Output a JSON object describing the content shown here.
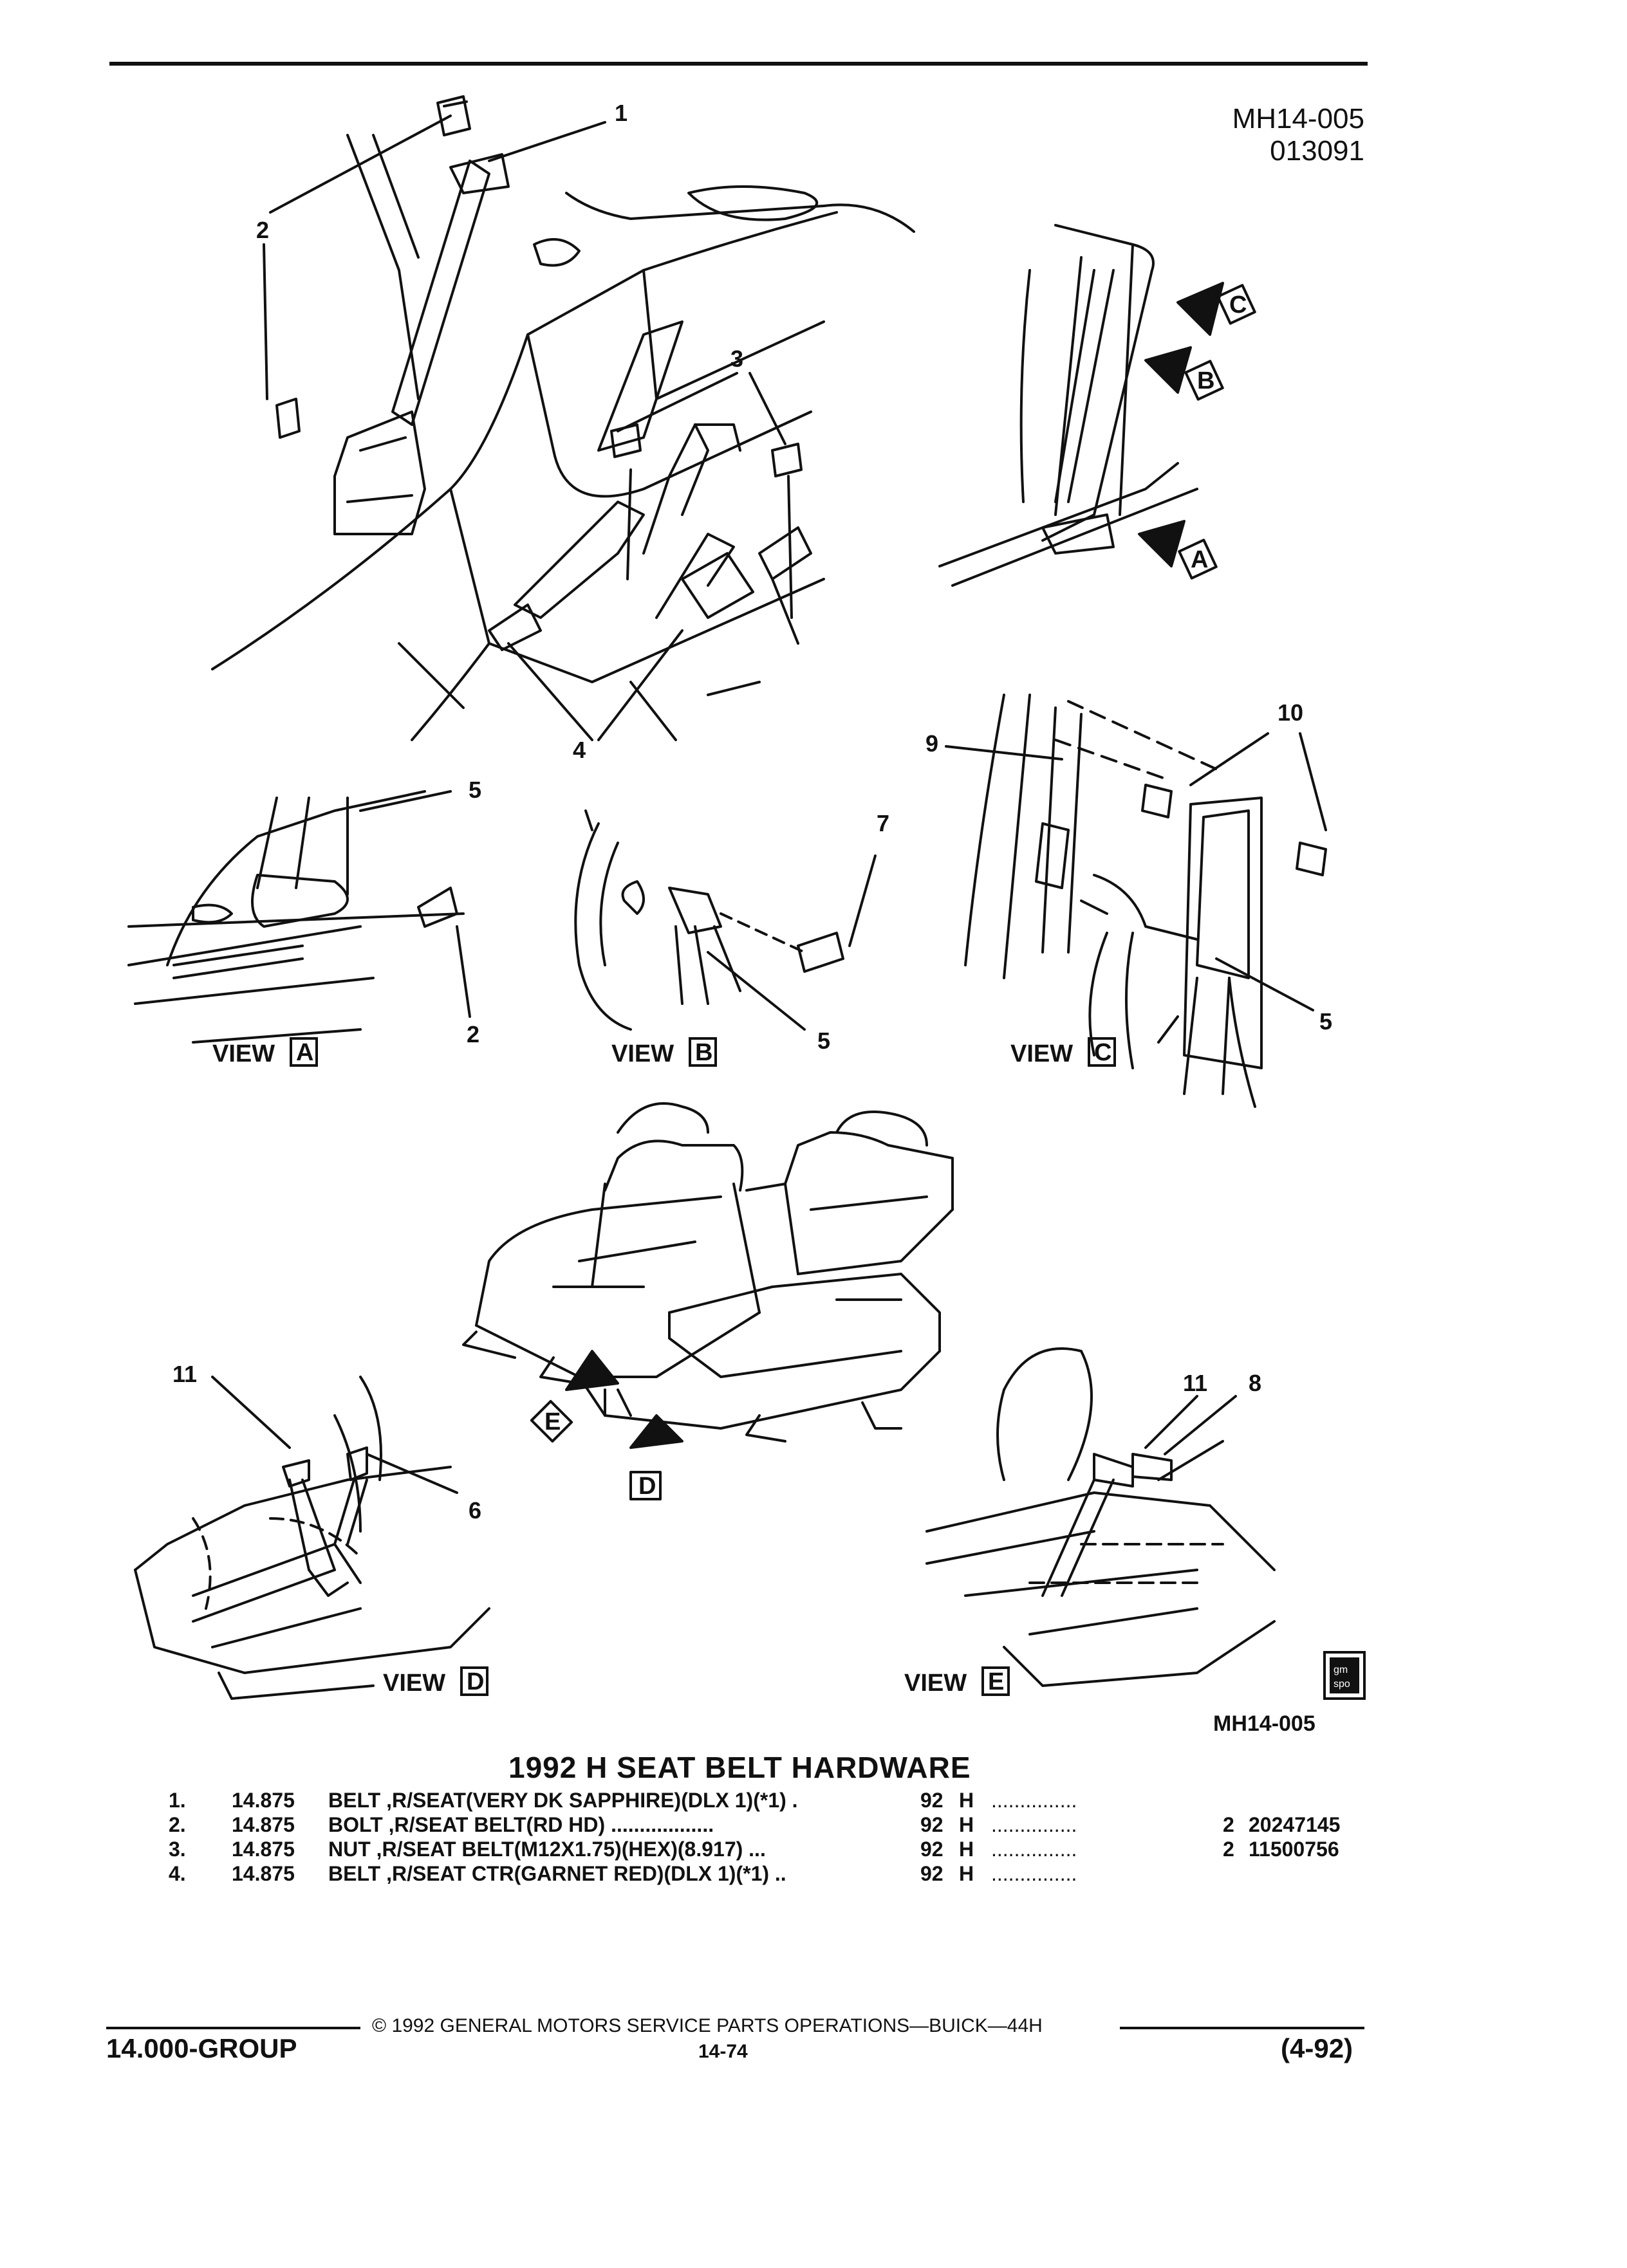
{
  "header": {
    "code": "MH14-005",
    "date_code": "013091"
  },
  "callouts": [
    "1",
    "2",
    "3",
    "4",
    "5",
    "6",
    "7",
    "8",
    "9",
    "10",
    "11"
  ],
  "views": {
    "a": "VIEW",
    "a_letter": "A",
    "b": "VIEW",
    "b_letter": "B",
    "c": "VIEW",
    "c_letter": "C",
    "d": "VIEW",
    "d_letter": "D",
    "e": "VIEW",
    "e_letter": "E"
  },
  "arrow_letters": [
    "A",
    "B",
    "C",
    "D",
    "E"
  ],
  "logo_text": "gm spo",
  "figure_code": "MH14-005",
  "section_title": "1992 H SEAT BELT HARDWARE",
  "parts": [
    {
      "num": "1.",
      "group": "14.875",
      "desc": "BELT ,R/SEAT(VERY DK SAPPHIRE)(DLX 1)(*1)  .",
      "year": "92",
      "series": "H",
      "dots": "...............",
      "qty": "",
      "part": ""
    },
    {
      "num": "2.",
      "group": "14.875",
      "desc": "BOLT ,R/SEAT BELT(RD HD)  ..................",
      "year": "92",
      "series": "H",
      "dots": "...............",
      "qty": "2",
      "part": "20247145"
    },
    {
      "num": "3.",
      "group": "14.875",
      "desc": "NUT ,R/SEAT BELT(M12X1.75)(HEX)(8.917)  ...",
      "year": "92",
      "series": "H",
      "dots": "...............",
      "qty": "2",
      "part": "11500756"
    },
    {
      "num": "4.",
      "group": "14.875",
      "desc": "BELT ,R/SEAT CTR(GARNET RED)(DLX 1)(*1)  ..",
      "year": "92",
      "series": "H",
      "dots": "...............",
      "qty": "",
      "part": ""
    }
  ],
  "footer": {
    "copyright": "© 1992  GENERAL MOTORS SERVICE PARTS OPERATIONS—BUICK—44H",
    "group": "14.000-GROUP",
    "page": "14-74",
    "revision": "(4-92)"
  }
}
